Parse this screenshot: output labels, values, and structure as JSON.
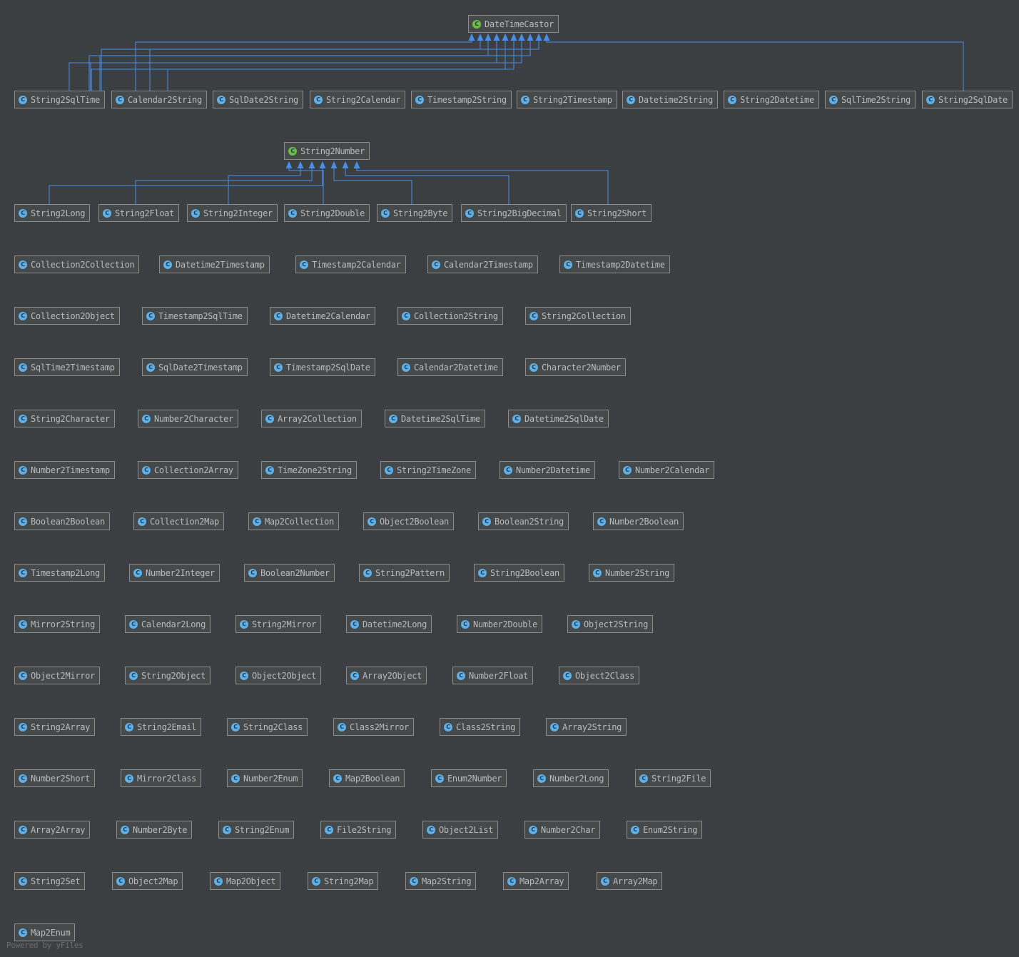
{
  "diagram": {
    "icon_letter": "C",
    "colors": {
      "background": "#3c3f41",
      "node_fill": "#45494a",
      "node_border": "#8c8c8c",
      "text": "#bbbbbb",
      "edge": "#4a8fe7",
      "class_icon": "#5fb0e8",
      "abstract_icon": "#6cbf43"
    },
    "hierarchies": [
      {
        "parent": "DateTimeCastor",
        "children": [
          "String2SqlTime",
          "Calendar2String",
          "SqlDate2String",
          "String2Calendar",
          "Timestamp2String",
          "String2Timestamp",
          "Datetime2String",
          "String2Datetime",
          "SqlTime2String",
          "String2SqlDate"
        ]
      },
      {
        "parent": "String2Number",
        "children": [
          "String2Long",
          "String2Float",
          "String2Integer",
          "String2Double",
          "String2Byte",
          "String2BigDecimal",
          "String2Short"
        ]
      }
    ],
    "standalone_rows": [
      [
        "Collection2Collection",
        "Datetime2Timestamp",
        "Timestamp2Calendar",
        "Calendar2Timestamp",
        "Timestamp2Datetime"
      ],
      [
        "Collection2Object",
        "Timestamp2SqlTime",
        "Datetime2Calendar",
        "Collection2String",
        "String2Collection"
      ],
      [
        "SqlTime2Timestamp",
        "SqlDate2Timestamp",
        "Timestamp2SqlDate",
        "Calendar2Datetime",
        "Character2Number"
      ],
      [
        "String2Character",
        "Number2Character",
        "Array2Collection",
        "Datetime2SqlTime",
        "Datetime2SqlDate"
      ],
      [
        "Number2Timestamp",
        "Collection2Array",
        "TimeZone2String",
        "String2TimeZone",
        "Number2Datetime",
        "Number2Calendar"
      ],
      [
        "Boolean2Boolean",
        "Collection2Map",
        "Map2Collection",
        "Object2Boolean",
        "Boolean2String",
        "Number2Boolean"
      ],
      [
        "Timestamp2Long",
        "Number2Integer",
        "Boolean2Number",
        "String2Pattern",
        "String2Boolean",
        "Number2String"
      ],
      [
        "Mirror2String",
        "Calendar2Long",
        "String2Mirror",
        "Datetime2Long",
        "Number2Double",
        "Object2String"
      ],
      [
        "Object2Mirror",
        "String2Object",
        "Object2Object",
        "Array2Object",
        "Number2Float",
        "Object2Class"
      ],
      [
        "String2Array",
        "String2Email",
        "String2Class",
        "Class2Mirror",
        "Class2String",
        "Array2String"
      ],
      [
        "Number2Short",
        "Mirror2Class",
        "Number2Enum",
        "Map2Boolean",
        "Enum2Number",
        "Number2Long",
        "String2File"
      ],
      [
        "Array2Array",
        "Number2Byte",
        "String2Enum",
        "File2String",
        "Object2List",
        "Number2Char",
        "Enum2String"
      ],
      [
        "String2Set",
        "Object2Map",
        "Map2Object",
        "String2Map",
        "Map2String",
        "Map2Array",
        "Array2Map"
      ],
      [
        "Map2Enum"
      ]
    ],
    "footer": "Powered by yFiles"
  }
}
